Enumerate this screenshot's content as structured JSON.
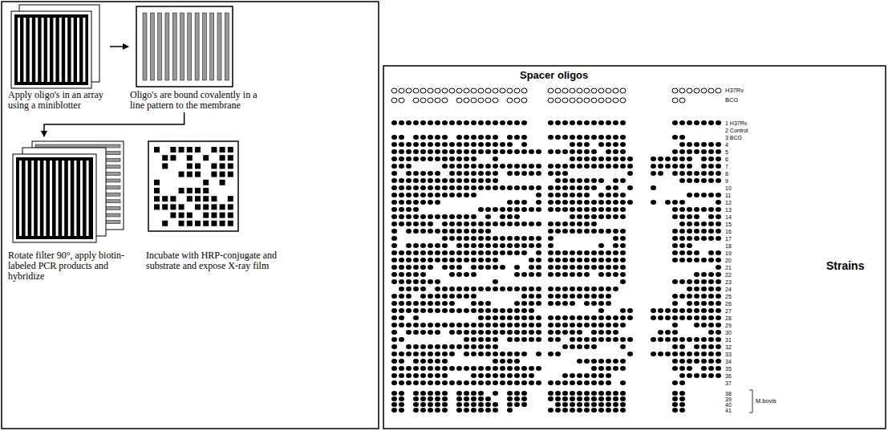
{
  "diagram": {
    "nodes": [
      {
        "text": [
          "Apply oligo's in an array using a miniblotter"
        ]
      },
      {
        "text": [
          "Oligo's are bound covalently in a line pattern to the membrane"
        ]
      },
      {
        "text": [
          "Rotate filter 90°, apply biotin-labeled PCR products and hybridize"
        ]
      },
      {
        "text": [
          "Incubate with HRP-conjugate and substrate and expose X-ray film"
        ]
      }
    ],
    "edges": [
      {
        "from": 0,
        "to": 1,
        "arrow": "to"
      },
      {
        "from": 1,
        "to": 2,
        "arrow": "to"
      }
    ],
    "labels": [
      "Spacer oligos",
      "H37Rv",
      "BCG",
      "1 H37Rv",
      "2 Control",
      "3 BCG",
      "4",
      "5",
      "6",
      "7",
      "8",
      "9",
      "10",
      "11",
      "12",
      "13",
      "14",
      "15",
      "16",
      "17",
      "18",
      "19",
      "20",
      "21",
      "22",
      "23",
      "24",
      "25",
      "26",
      "27",
      "28",
      "29",
      "30",
      "31",
      "32",
      "33",
      "34",
      "35",
      "36",
      "37",
      "38",
      "39",
      "40",
      "41",
      "M.bovis",
      "Strains"
    ]
  }
}
